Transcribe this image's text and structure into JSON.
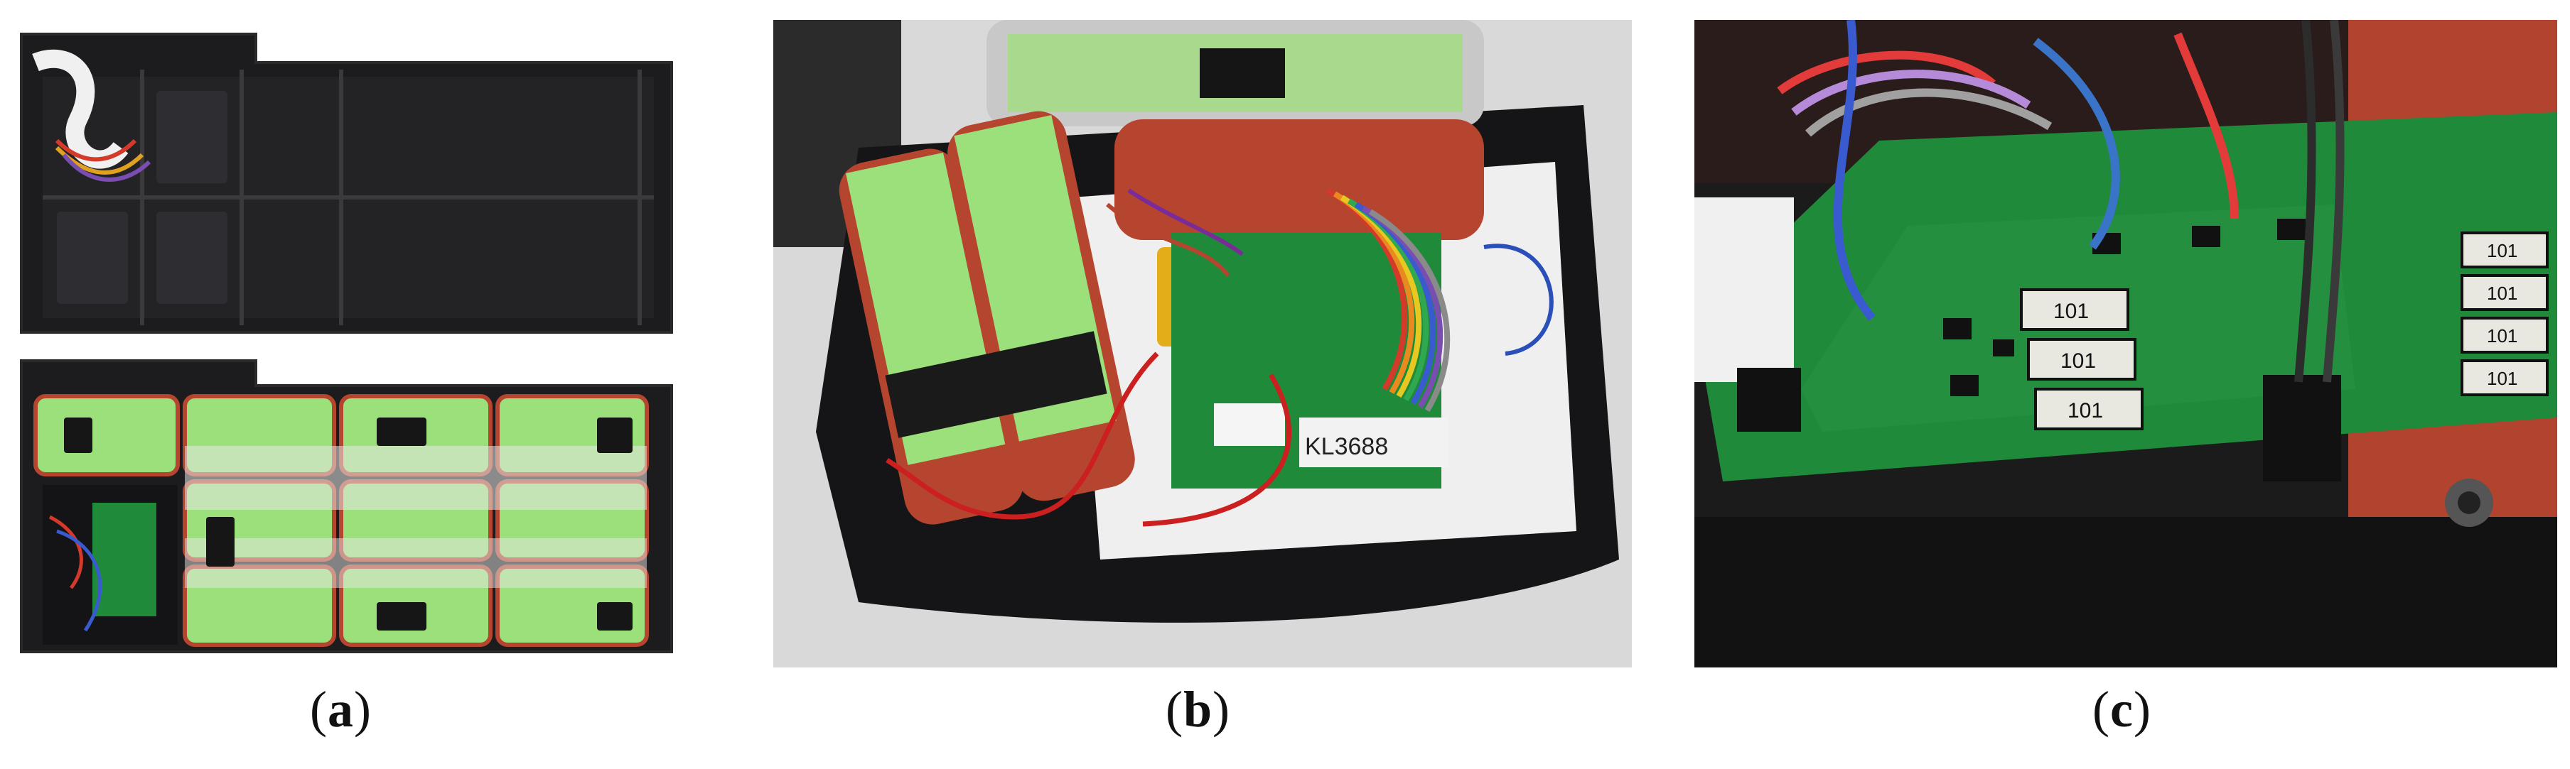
{
  "figure": {
    "panels": [
      {
        "id": "a",
        "caption_open": "(",
        "caption_letter": "a",
        "caption_close": ")",
        "depicts": "open battery pack case with cell modules"
      },
      {
        "id": "b",
        "caption_open": "(",
        "caption_letter": "b",
        "caption_close": ")",
        "depicts": "battery cells with wiring and BMS board",
        "board_label": "KL3688"
      },
      {
        "id": "c",
        "caption_open": "(",
        "caption_letter": "c",
        "caption_close": ")",
        "depicts": "close-up of green BMS circuit board with resistors",
        "resistor_labels": [
          "101",
          "101",
          "101",
          "101",
          "101",
          "101",
          "101"
        ]
      }
    ],
    "colors": {
      "case_black": "#1c1c1e",
      "cell_green": "#9be07a",
      "cell_wrap_red": "#b5452f",
      "pcb_green": "#1f8a3a",
      "table_gray": "#d9d9d9"
    }
  }
}
